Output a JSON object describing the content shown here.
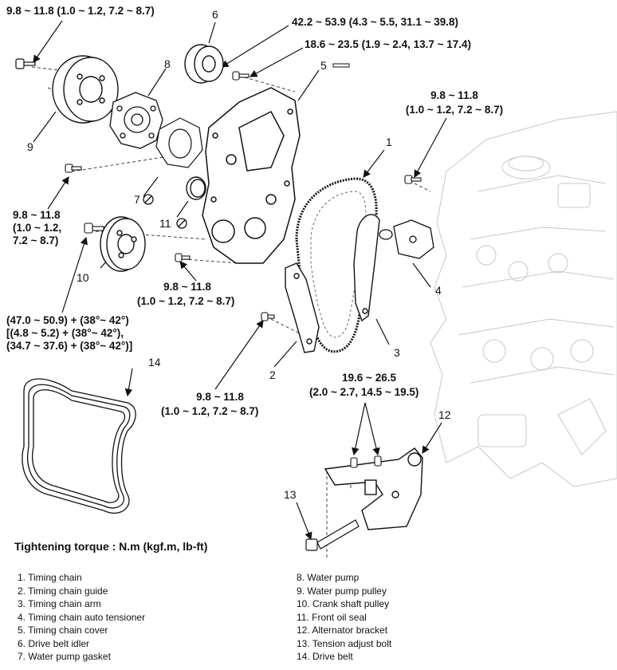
{
  "torque_labels": {
    "pulley_bolt": "9.8 ~ 11.8 (1.0 ~ 1.2, 7.2 ~ 8.7)",
    "idler_bolt": "42.2 ~ 53.9 (4.3 ~ 5.5, 31.1 ~ 39.8)",
    "cover_bolt_top": "18.6 ~ 23.5 (1.9 ~ 2.4, 13.7 ~ 17.4)",
    "tensioner_bolt_1": "9.8 ~ 11.8",
    "tensioner_bolt_2": "(1.0 ~ 1.2, 7.2 ~ 8.7)",
    "pump_bolt_1": "9.8 ~ 11.8",
    "pump_bolt_2": "(1.0 ~ 1.2,",
    "pump_bolt_3": "7.2 ~ 8.7)",
    "cover_bolt_bottom_1": "9.8 ~ 11.8",
    "cover_bolt_bottom_2": "(1.0 ~ 1.2, 7.2 ~ 8.7)",
    "crank_1": "(47.0 ~ 50.9) + (38°~ 42°)",
    "crank_2": "[(4.8 ~ 5.2) + (38°~ 42°),",
    "crank_3": "(34.7 ~ 37.6) + (38°~ 42°)]",
    "guide_bolt_1": "9.8 ~ 11.8",
    "guide_bolt_2": "(1.0 ~ 1.2, 7.2 ~ 8.7)",
    "bracket_bolt_1": "19.6 ~ 26.5",
    "bracket_bolt_2": "(2.0 ~ 2.7, 14.5 ~ 19.5)"
  },
  "callouts": {
    "n1": "1",
    "n2": "2",
    "n3": "3",
    "n4": "4",
    "n5": "5",
    "n6": "6",
    "n7": "7",
    "n8": "8",
    "n9": "9",
    "n10": "10",
    "n11": "11",
    "n12": "12",
    "n13": "13",
    "n14": "14"
  },
  "legend_title": "Tightening torque : N.m (kgf.m, lb-ft)",
  "legend_left": [
    "1. Timing chain",
    "2. Timing chain guide",
    "3. Timing chain arm",
    "4. Timing chain auto tensioner",
    "5. Timing chain cover",
    "6. Drive belt idler",
    "7. Water pump gasket"
  ],
  "legend_right": [
    "8. Water pump",
    "9. Water pump pulley",
    "10. Crank shaft pulley",
    "11. Front oil seal",
    "12. Alternator bracket",
    "13. Tension adjust bolt",
    "14. Drive belt"
  ]
}
